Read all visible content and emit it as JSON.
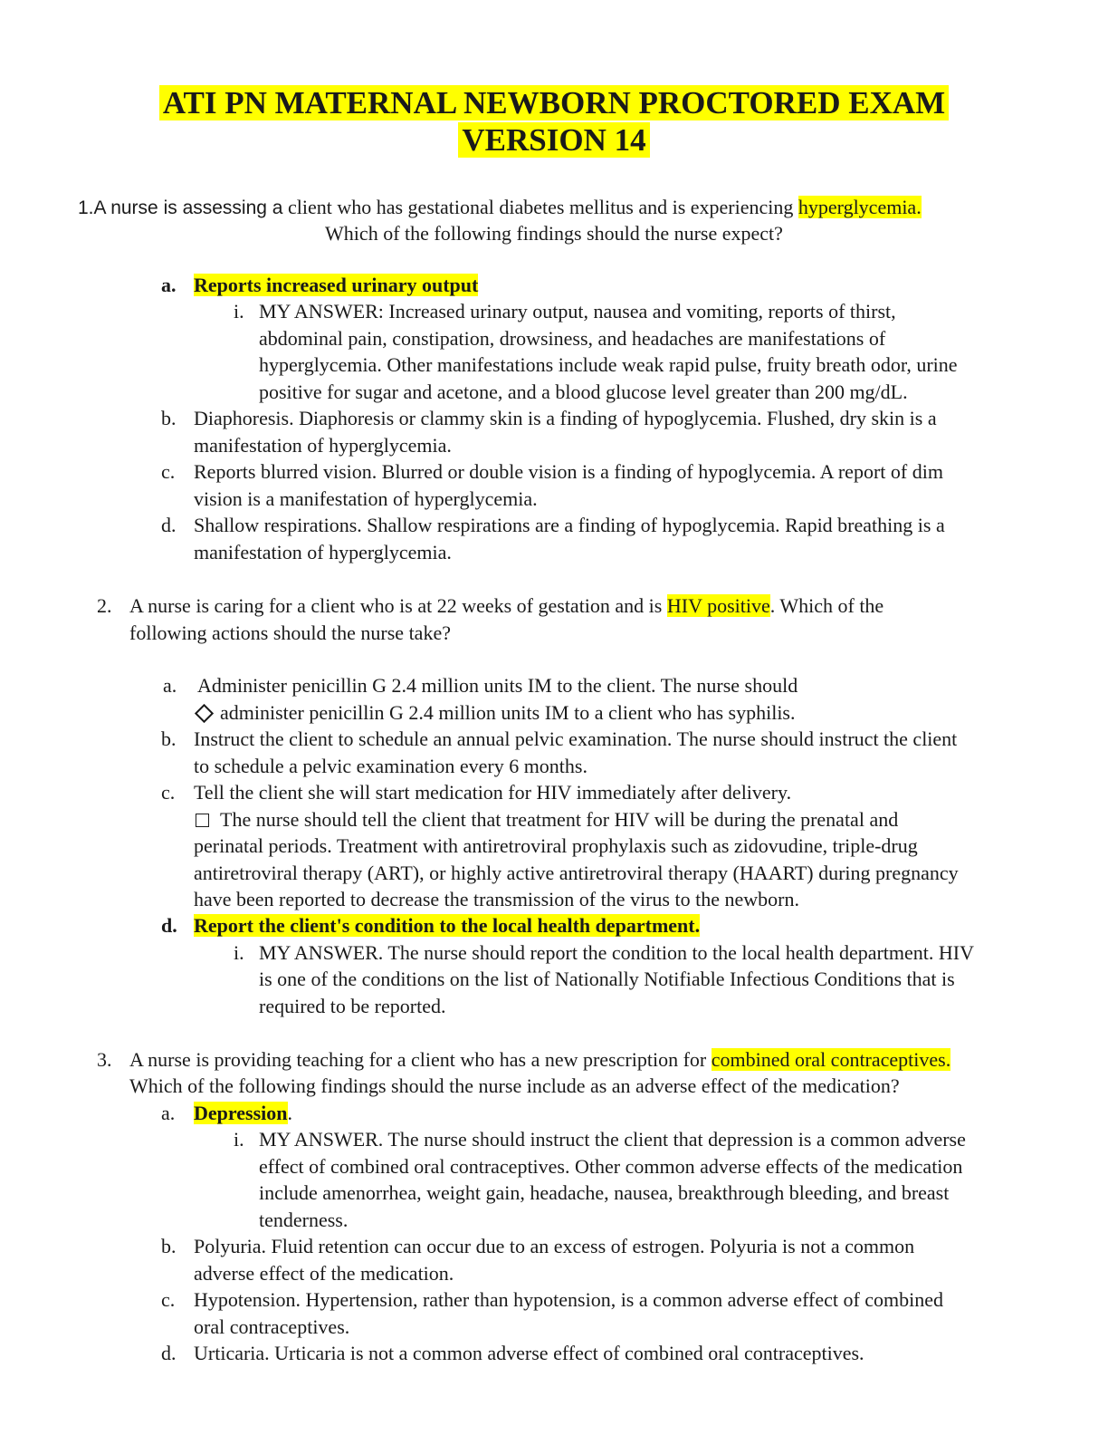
{
  "title": {
    "line1": "ATI PN MATERNAL NEWBORN PROCTORED EXAM",
    "line2": "VERSION 14"
  },
  "q1": {
    "number": "1.",
    "prefix": "A nurse is assessing a",
    "text_a": " client who has gestational diabetes mellitus and is experiencing ",
    "highlight": "hyperglycemia.",
    "line2": "Which of the following findings should the nurse expect?",
    "a": {
      "label": "a.",
      "answer": "Reports increased urinary output",
      "sub_label": "i.",
      "sub": [
        "MY ANSWER: Increased urinary output, nausea and vomiting, reports of thirst,",
        "abdominal pain, constipation, drowsiness, and headaches are manifestations of",
        "hyperglycemia. Other manifestations include weak rapid pulse, fruity breath odor, urine",
        "positive for sugar and acetone, and a blood glucose level greater than 200 mg/dL."
      ]
    },
    "b": {
      "label": "b.",
      "lines": [
        "Diaphoresis. Diaphoresis or clammy skin is a finding of hypoglycemia. Flushed, dry skin is a",
        "manifestation of hyperglycemia."
      ]
    },
    "c": {
      "label": "c.",
      "lines": [
        "Reports blurred vision. Blurred or double vision is a finding of hypoglycemia. A report of dim",
        "vision is a manifestation of hyperglycemia."
      ]
    },
    "d": {
      "label": "d.",
      "lines": [
        "Shallow respirations. Shallow respirations are a finding of hypoglycemia. Rapid breathing is a",
        "manifestation of hyperglycemia."
      ]
    }
  },
  "q2": {
    "number": "2.",
    "line1_a": "A nurse is caring for a client who is at 22 weeks of gestation and is ",
    "highlight": "HIV positive",
    "line1_b": ". Which of the",
    "line2": "following actions should the nurse take?",
    "a": {
      "label": "a.",
      "line1": "Administer penicillin G 2.4 million units IM to the client.  The nurse should",
      "line2": "administer penicillin G 2.4 million units IM to a client who has syphilis."
    },
    "b": {
      "label": "b.",
      "lines": [
        "Instruct the client to schedule an annual pelvic examination.  The nurse should instruct the client",
        "to schedule a pelvic examination every 6 months."
      ]
    },
    "c": {
      "label": "c.",
      "line1": "Tell the client she will start medication for HIV immediately after delivery.",
      "line2": "The nurse should tell the client that treatment for HIV will be during the prenatal and",
      "lines": [
        "perinatal periods. Treatment with antiretroviral prophylaxis such as zidovudine, triple-drug",
        "antiretroviral therapy (ART), or highly active antiretroviral therapy (HAART) during pregnancy",
        "have been reported to decrease the transmission of the virus to the newborn."
      ]
    },
    "d": {
      "label": "d.",
      "answer": "Report the client's condition to the local health department.",
      "sub_label": "i.",
      "sub": [
        "MY ANSWER. The nurse should report the condition to the local health department. HIV",
        "is one of the conditions on the list of Nationally Notifiable Infectious Conditions that is",
        "required to be reported."
      ]
    }
  },
  "q3": {
    "number": "3.",
    "line1_a": "A nurse is providing teaching for a client who has a new prescription for ",
    "highlight": "combined oral contraceptives.",
    "line2": "Which of the following findings should the nurse include as an adverse effect of the medication?",
    "a": {
      "label": "a.",
      "answer": "Depression",
      "answer_tail": ".",
      "sub_label": "i.",
      "sub": [
        "MY ANSWER. The nurse should instruct the client that depression is a common adverse",
        "effect of combined oral contraceptives. Other common adverse effects of the medication",
        "include amenorrhea, weight gain, headache, nausea, breakthrough bleeding, and breast",
        "tenderness."
      ]
    },
    "b": {
      "label": "b.",
      "lines": [
        "Polyuria. Fluid retention can occur due to an excess of estrogen. Polyuria is not a common",
        "adverse effect of the medication."
      ]
    },
    "c": {
      "label": "c.",
      "lines": [
        "Hypotension. Hypertension, rather than hypotension, is a common adverse effect of combined",
        "oral contraceptives."
      ]
    },
    "d": {
      "label": "d.",
      "lines": [
        "Urticaria. Urticaria is not a common adverse effect of combined oral contraceptives."
      ]
    }
  }
}
